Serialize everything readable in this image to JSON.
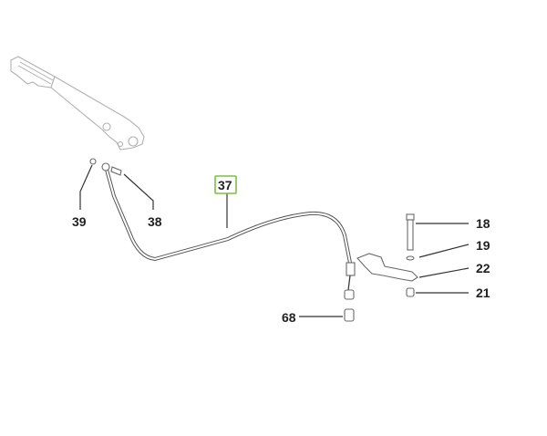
{
  "diagram": {
    "labels": {
      "p37": "37",
      "p39": "39",
      "p38": "38",
      "p18": "18",
      "p19": "19",
      "p22": "22",
      "p21": "21",
      "p68": "68"
    },
    "highlight_color": "#7ac143"
  }
}
